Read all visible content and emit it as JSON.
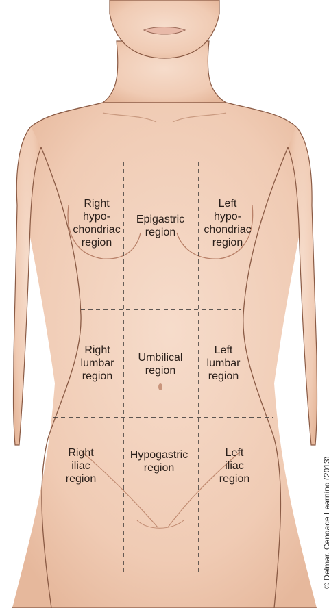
{
  "regions": [
    {
      "id": "right-hypochondriac",
      "text": "Right\nhypo-\nchondriac\nregion"
    },
    {
      "id": "epigastric",
      "text": "Epigastric\nregion"
    },
    {
      "id": "left-hypochondriac",
      "text": "Left\nhypo-\nchondriac\nregion"
    },
    {
      "id": "right-lumbar",
      "text": "Right\nlumbar\nregion"
    },
    {
      "id": "umbilical",
      "text": "Umbilical\nregion"
    },
    {
      "id": "left-lumbar",
      "text": "Left\nlumbar\nregion"
    },
    {
      "id": "right-iliac",
      "text": "Right\niliac\nregion"
    },
    {
      "id": "hypogastric",
      "text": "Hypogastric\nregion"
    },
    {
      "id": "left-iliac",
      "text": "Left\niliac\nregion"
    }
  ],
  "credit": "© Delmar, Cengage Learning (2013)",
  "colors": {
    "skin": "#f3d2bd",
    "skin_shadow": "#e2b69c",
    "outline": "#8a5a44",
    "dash": "#2b2b2b"
  }
}
